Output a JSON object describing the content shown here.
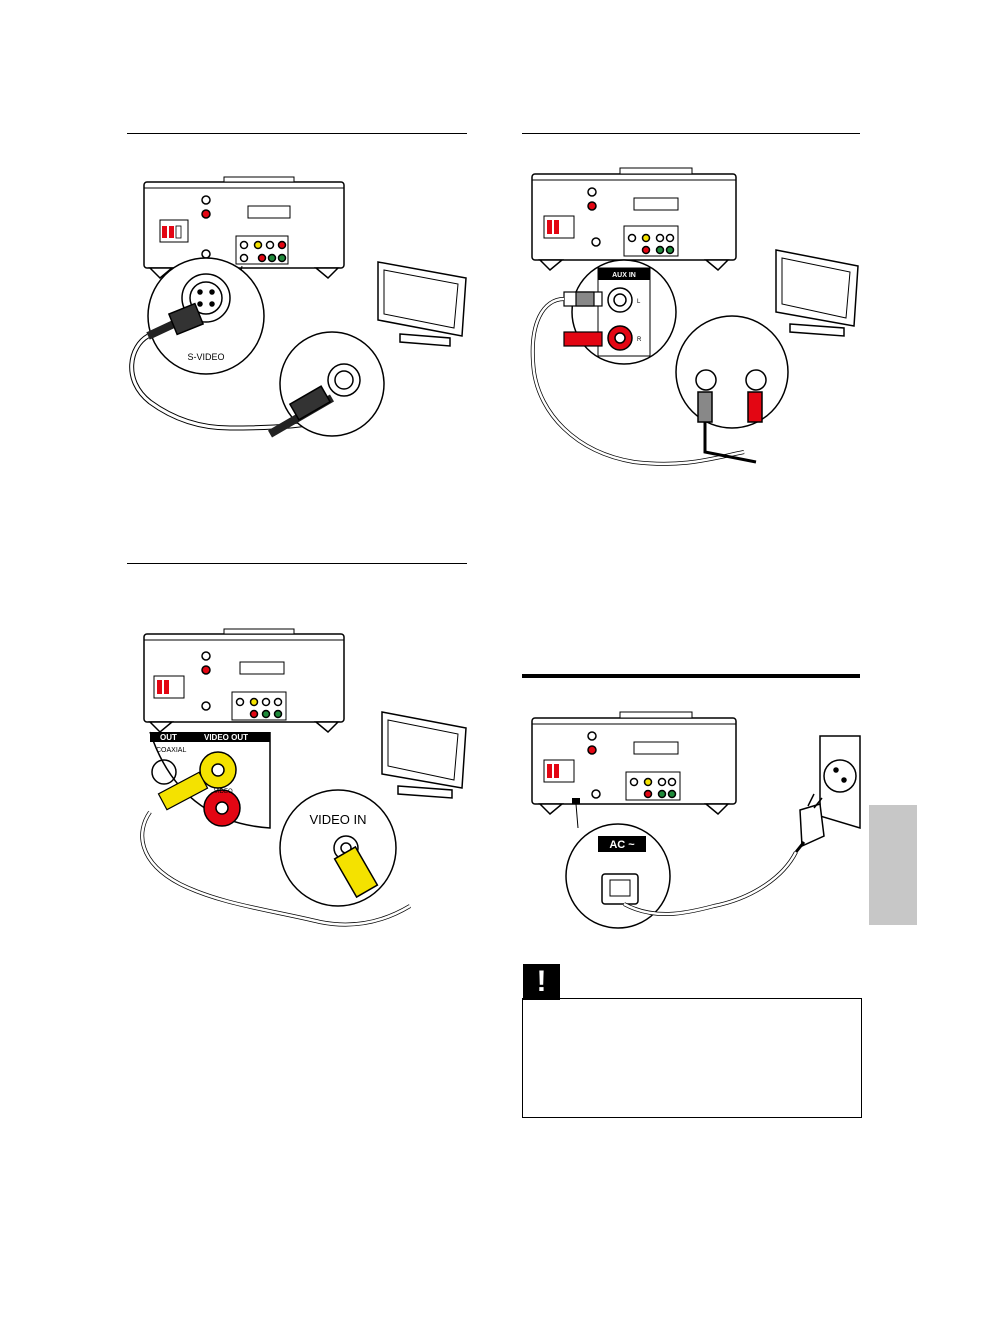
{
  "figures": {
    "svideo": {
      "port_label": "S-VIDEO"
    },
    "aux": {
      "panel_title": "AUX IN",
      "left_label": "L",
      "right_label": "R"
    },
    "composite": {
      "coaxial_label": "COAXIAL",
      "out_label": "OUT",
      "video_out_label": "VIDEO OUT",
      "video_label": "VIDEO",
      "tv_input_label": "VIDEO IN"
    },
    "power": {
      "ac_label": "AC ~"
    }
  },
  "caution": {
    "icon": "exclamation-icon",
    "symbol": "!"
  },
  "colors": {
    "yellow": "#f4e200",
    "red": "#e30613",
    "green": "#1f8a3a",
    "tab_gray": "#c7c7c7"
  }
}
